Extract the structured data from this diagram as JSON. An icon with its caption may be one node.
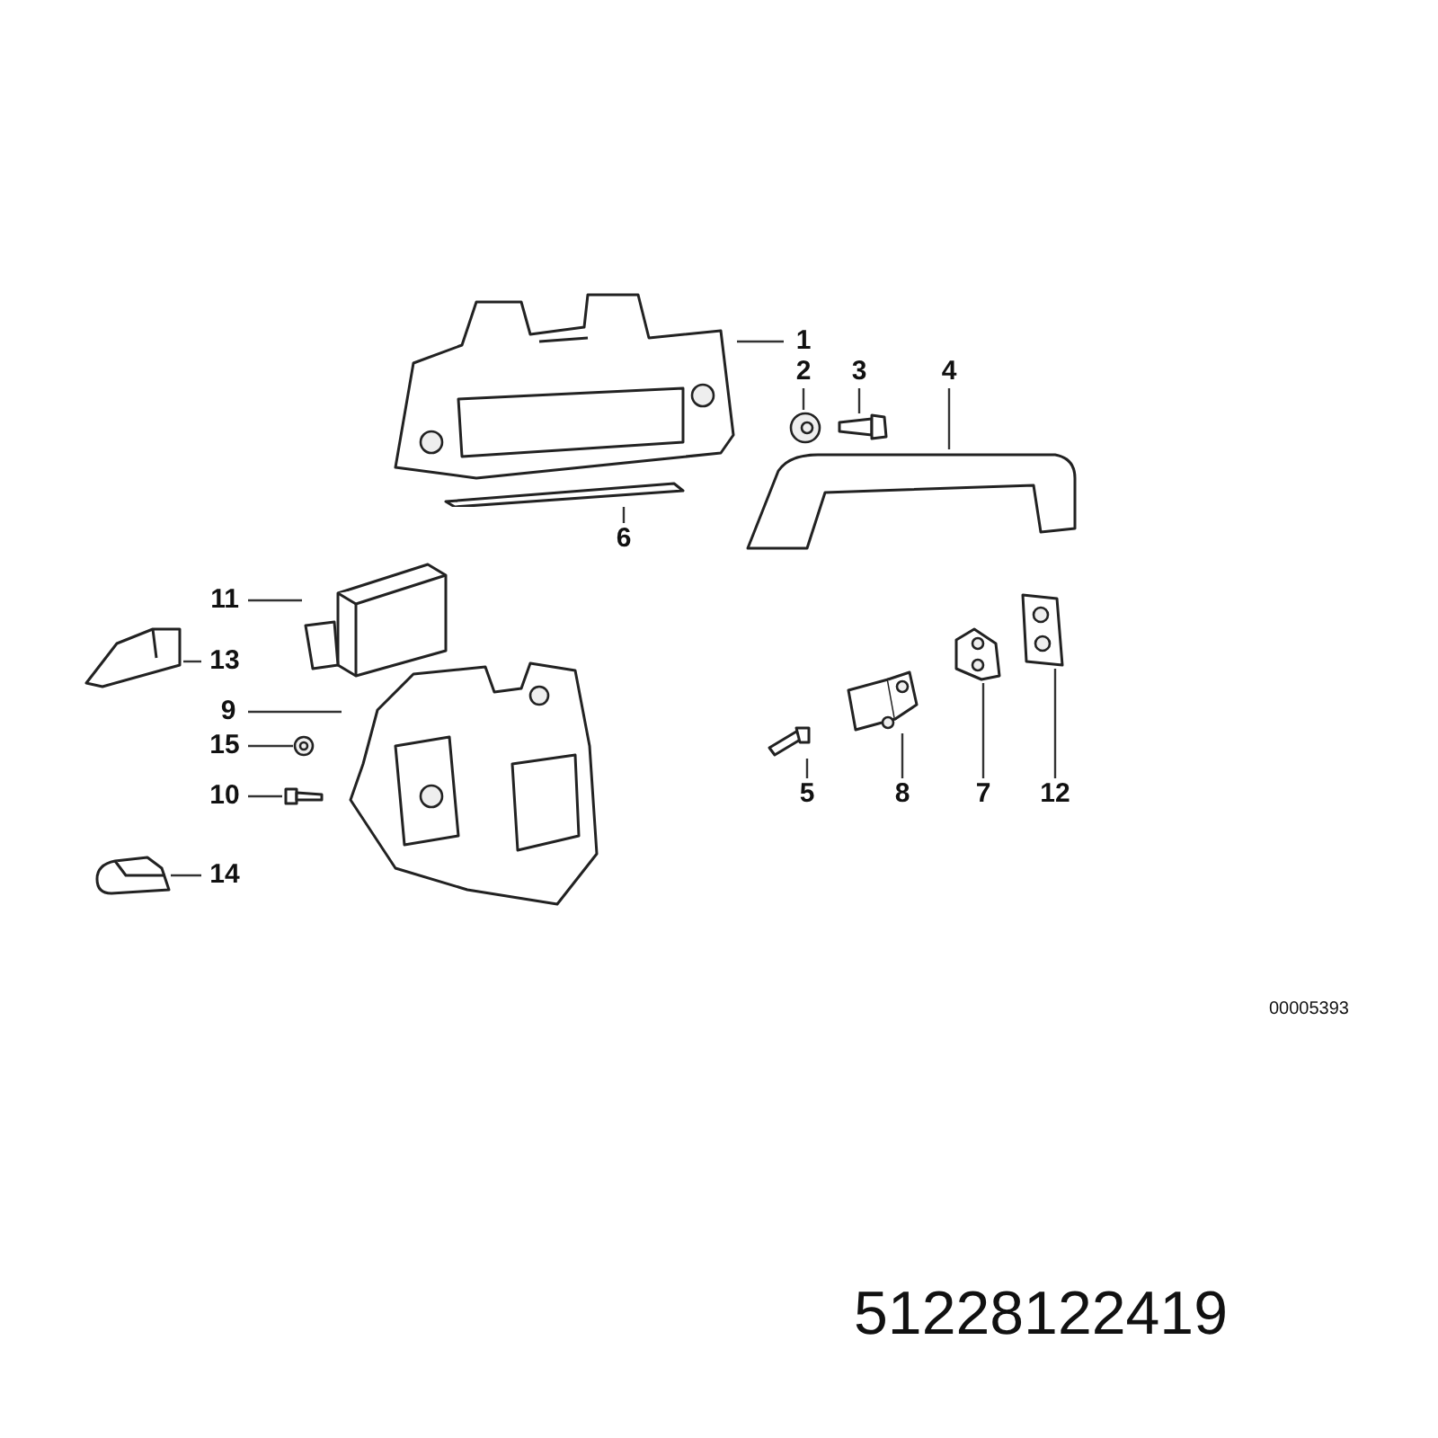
{
  "diagram": {
    "nodes": [
      {
        "text": [
          "1"
        ]
      },
      {
        "text": [
          "2"
        ]
      },
      {
        "text": [
          "3"
        ]
      },
      {
        "text": [
          "4"
        ]
      },
      {
        "text": [
          "6"
        ]
      },
      {
        "text": [
          "11"
        ]
      },
      {
        "text": [
          "13"
        ]
      },
      {
        "text": [
          "9"
        ]
      },
      {
        "text": [
          "15"
        ]
      },
      {
        "text": [
          "10"
        ]
      },
      {
        "text": [
          "14"
        ]
      },
      {
        "text": [
          "5"
        ]
      },
      {
        "text": [
          "8"
        ]
      },
      {
        "text": [
          "7"
        ]
      },
      {
        "text": [
          "12"
        ]
      },
      {
        "text": [],
        "shape": "picture"
      },
      {
        "text": [],
        "shape": "picture"
      },
      {
        "text": [],
        "shape": "picture"
      },
      {
        "text": [],
        "shape": "picture"
      },
      {
        "text": [],
        "shape": "picture"
      },
      {
        "text": [],
        "shape": "picture"
      },
      {
        "text": [],
        "shape": "picture"
      },
      {
        "text": [],
        "shape": "picture"
      },
      {
        "text": [],
        "shape": "picture"
      },
      {
        "text": [],
        "shape": "picture"
      },
      {
        "text": [],
        "shape": "picture"
      },
      {
        "text": [],
        "shape": "picture"
      },
      {
        "text": [],
        "shape": "picture"
      },
      {
        "text": [],
        "shape": "picture"
      },
      {
        "text": [],
        "shape": "picture"
      }
    ],
    "edges": [
      {
        "from": 0,
        "to": 15,
        "arrow": "none"
      },
      {
        "from": 1,
        "to": 16,
        "arrow": "none"
      },
      {
        "from": 2,
        "to": 17,
        "arrow": "none"
      },
      {
        "from": 3,
        "to": 18,
        "arrow": "none"
      },
      {
        "from": 4,
        "to": 19,
        "arrow": "none"
      },
      {
        "from": 5,
        "to": 20,
        "arrow": "none"
      },
      {
        "from": 6,
        "to": 21,
        "arrow": "none"
      },
      {
        "from": 7,
        "to": 22,
        "arrow": "none"
      },
      {
        "from": 8,
        "to": 23,
        "arrow": "none"
      },
      {
        "from": 9,
        "to": 24,
        "arrow": "none"
      },
      {
        "from": 10,
        "to": 25,
        "arrow": "none"
      },
      {
        "from": 11,
        "to": 26,
        "arrow": "none"
      },
      {
        "from": 12,
        "to": 27,
        "arrow": "none"
      },
      {
        "from": 13,
        "to": 28,
        "arrow": "none"
      },
      {
        "from": 14,
        "to": 29,
        "arrow": "none"
      }
    ],
    "labels": [
      "00005393",
      "51228122419"
    ]
  }
}
